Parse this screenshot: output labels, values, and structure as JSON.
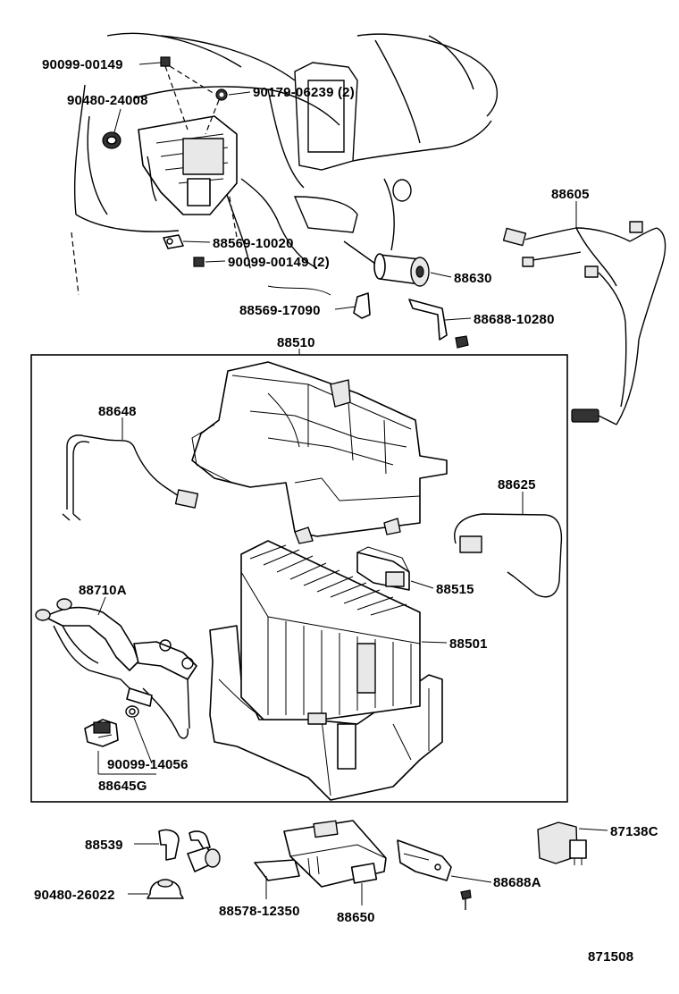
{
  "labels": {
    "p_90099_00149": "90099-00149",
    "p_90480_24008": "90480-24008",
    "p_90179_06239": "90179-06239 (2)",
    "p_88605": "88605",
    "p_88569_10020": "88569-10020",
    "p_90099_00149_2": "90099-00149 (2)",
    "p_88630": "88630",
    "p_88569_17090": "88569-17090",
    "p_88688_10280": "88688-10280",
    "p_88510": "88510",
    "p_88648": "88648",
    "p_88625": "88625",
    "p_88710A": "88710A",
    "p_88515": "88515",
    "p_88501": "88501",
    "p_90099_14056": "90099-14056",
    "p_88645G": "88645G",
    "p_88539": "88539",
    "p_87138C": "87138C",
    "p_90480_26022": "90480-26022",
    "p_88688A": "88688A",
    "p_88578_12350": "88578-12350",
    "p_88650": "88650",
    "figure_number": "871508"
  }
}
